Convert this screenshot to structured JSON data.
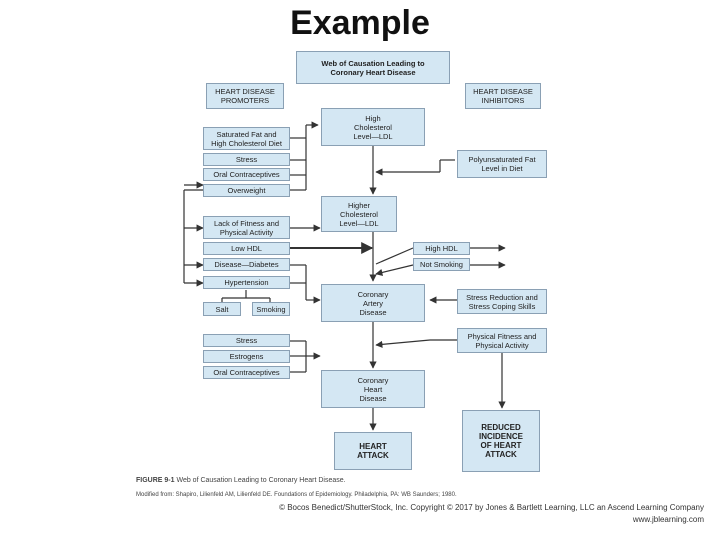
{
  "slide": {
    "title": "Example"
  },
  "diagram": {
    "header": "Web of Causation Leading to\nCoronary Heart Disease",
    "promoters_title": "HEART DISEASE\nPROMOTERS",
    "inhibitors_title": "HEART DISEASE\nINHIBITORS",
    "factors": {
      "sat_fat": "Saturated Fat and\nHigh Cholesterol Diet",
      "stress_1": "Stress",
      "oral_contra_1": "Oral Contraceptives",
      "overweight": "Overweight",
      "lack_fitness": "Lack of Fitness and\nPhysical Activity",
      "low_hdl": "Low HDL",
      "disease_diabetes": "Disease—Diabetes",
      "hypertension": "Hypertension",
      "salt": "Salt",
      "smoking": "Smoking",
      "stress_2": "Stress",
      "estrogens": "Estrogens",
      "oral_contra_2": "Oral Contraceptives"
    },
    "chain": {
      "high_chol": "High\nCholesterol\nLevel—LDL",
      "higher_chol": "Higher\nCholesterol\nLevel—LDL",
      "cad": "Coronary\nArtery\nDisease",
      "chd": "Coronary\nHeart\nDisease",
      "heart_attack": "HEART\nATTACK"
    },
    "inhibitors": {
      "poly_fat": "Polyunsaturated Fat\nLevel in Diet",
      "high_hdl": "High HDL",
      "not_smoking": "Not Smoking",
      "stress_reduction": "Stress Reduction and\nStress Coping Skills",
      "physical_fitness": "Physical Fitness and\nPhysical Activity",
      "reduced_incidence": "REDUCED\nINCIDENCE\nOF HEART\nATTACK"
    }
  },
  "caption": {
    "figure_label": "FIGURE 9-1",
    "figure_text": "Web of Causation Leading to Coronary Heart Disease.",
    "source": "Modified from: Shapiro, Lilienfeld AM, Lilienfeld DE. Foundations of Epidemiology. Philadelphia, PA: WB Saunders; 1980."
  },
  "credit": {
    "line1": "© Bocos Benedict/ShutterStock, Inc. Copyright © 2017 by Jones & Bartlett Learning, LLC an Ascend Learning Company",
    "line2": "www.jblearning.com"
  },
  "colors": {
    "box_blue": "#d4e7f3",
    "box_border": "#8aa0b4",
    "line": "#333333"
  }
}
